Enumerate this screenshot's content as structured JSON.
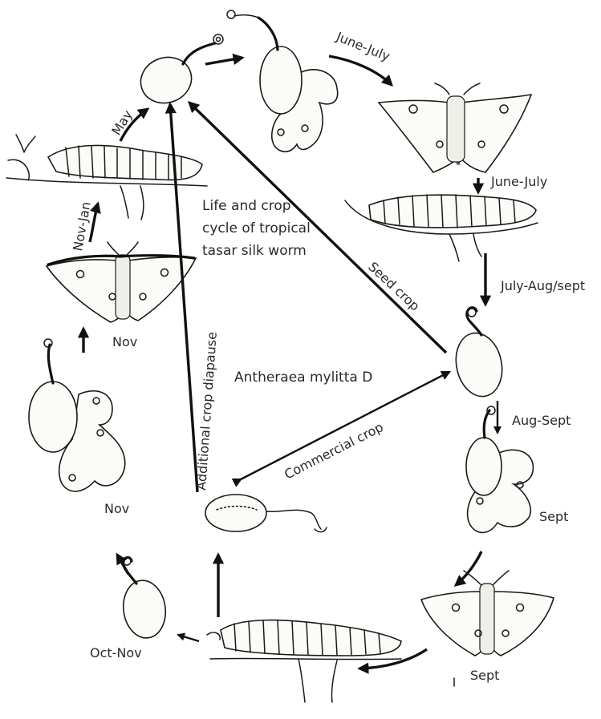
{
  "diagram": {
    "title_lines": [
      "Life and crop",
      "cycle of tropical",
      "tasar silk worm"
    ],
    "species": "Antheraea mylitta D",
    "labels": {
      "june_july_top": "June-July",
      "june_july_mid": "June-July",
      "july_aug_sept": "July-Aug/sept",
      "aug_sept": "Aug-Sept",
      "sept_1": "Sept",
      "sept_2": "Sept",
      "oct_nov": "Oct-Nov",
      "nov_1": "Nov",
      "nov_2": "Nov",
      "nov_jan": "Nov-Jan",
      "may": "May",
      "seed_crop": "Seed crop",
      "commercial_crop": "Commercial crop",
      "additional_crop": "Additional crop diapause"
    }
  }
}
